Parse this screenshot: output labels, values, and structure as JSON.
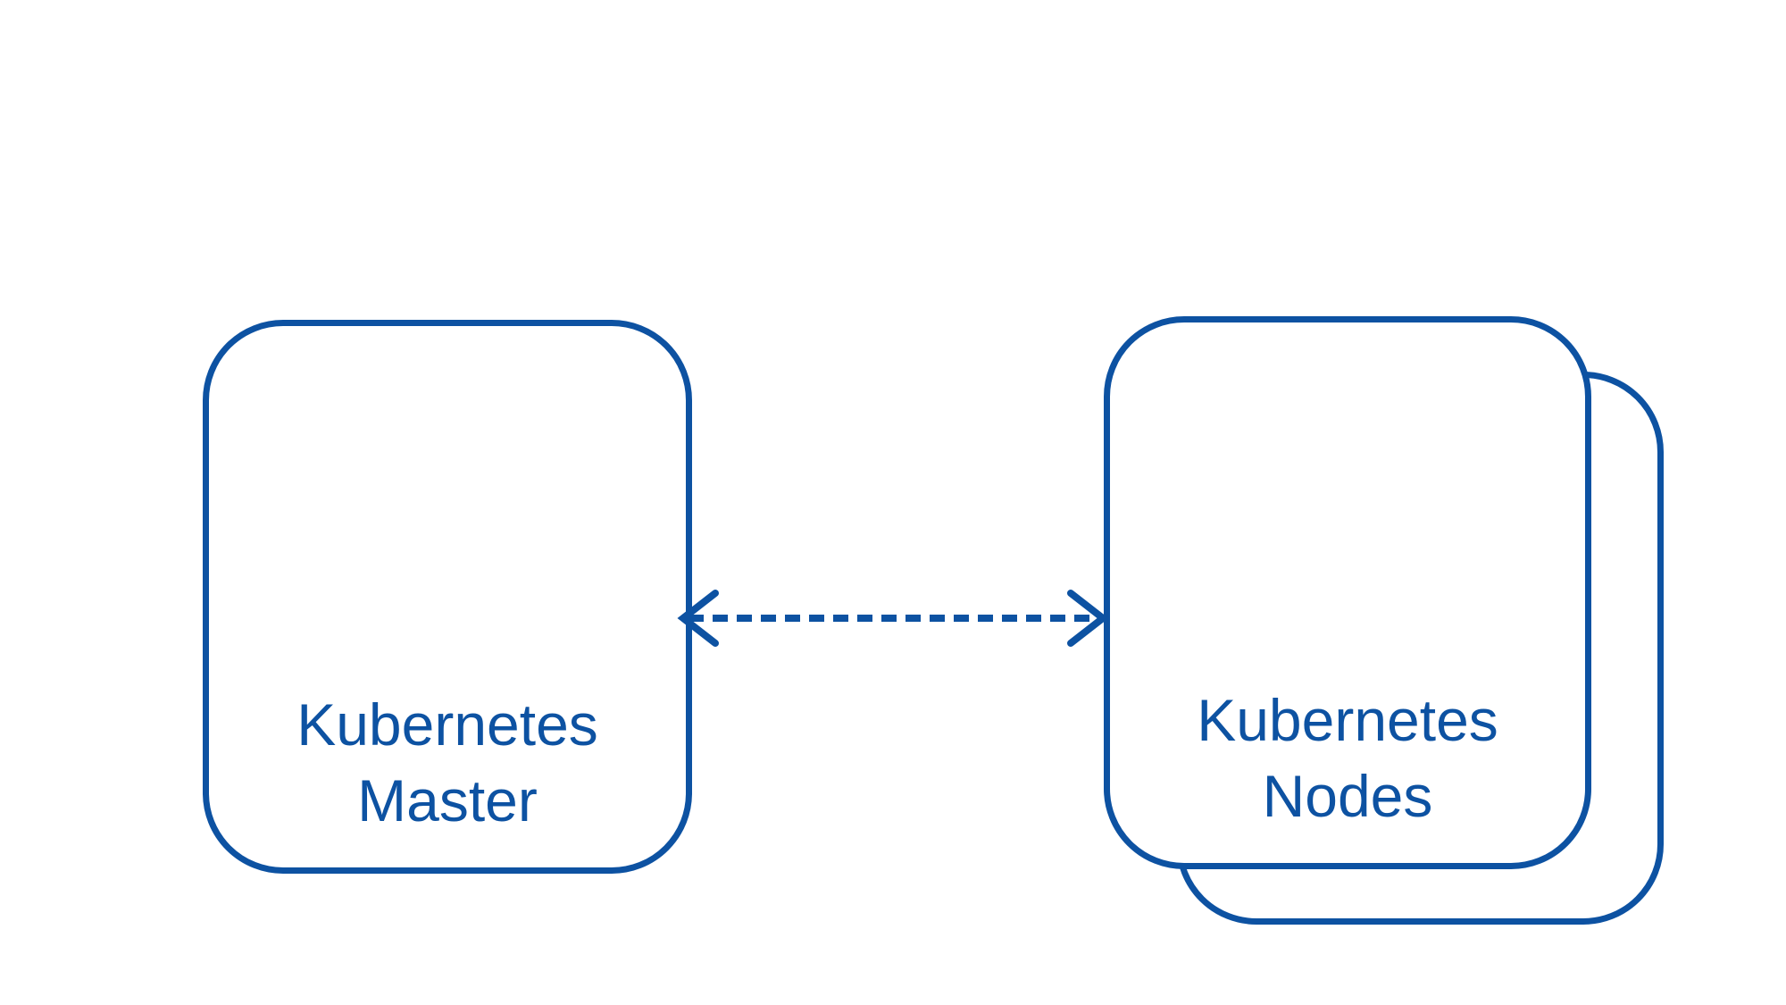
{
  "colors": {
    "background": "#ffffff",
    "accent": "#0d52a2"
  },
  "diagram": {
    "nodes": [
      {
        "id": "kubernetes-master",
        "label": "Kubernetes Master",
        "lines": [
          "Kubernetes",
          "Master"
        ],
        "stacked": false
      },
      {
        "id": "kubernetes-nodes",
        "label": "Kubernetes Nodes",
        "lines": [
          "Kubernetes",
          "Nodes"
        ],
        "stacked": true
      }
    ],
    "connection": {
      "from": "kubernetes-master",
      "to": "kubernetes-nodes",
      "line_style": "dashed",
      "direction": "bidirectional"
    }
  }
}
